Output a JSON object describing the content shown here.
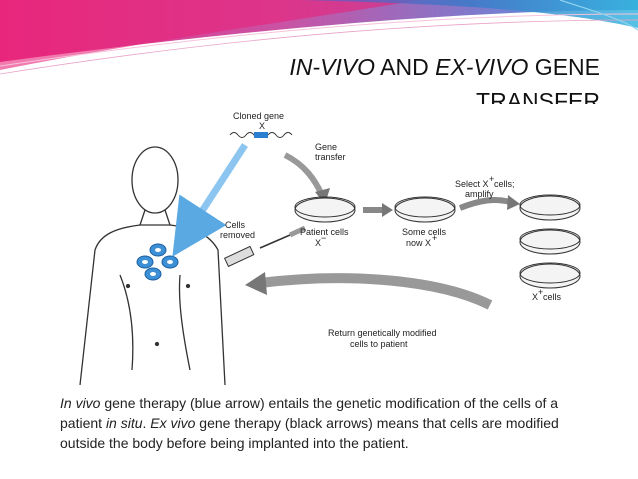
{
  "title": {
    "line1_italic_a": "IN-VIVO",
    "line1_plain_a": " AND ",
    "line1_italic_b": "EX-VIVO",
    "line1_plain_b": " GENE",
    "line2": "TRANSFER"
  },
  "diagram": {
    "cloned_gene": "Cloned gene",
    "gene_x": "X",
    "gene_transfer_1": "Gene",
    "gene_transfer_2": "transfer",
    "cells_removed_1": "Cells",
    "cells_removed_2": "removed",
    "patient_cells_1": "Patient cells",
    "patient_cells_2": "X",
    "some_cells_1": "Some cells",
    "some_cells_2": "now X",
    "select_1": "Select X",
    "select_1b": " cells;",
    "select_2": "amplify",
    "x_plus_cells": "X",
    "x_plus_cells_b": " cells",
    "sup_plus": "+",
    "sup_minus": "−",
    "return_1": "Return genetically modified",
    "return_2": "cells to patient"
  },
  "caption": {
    "p1_italic": "In vivo",
    "p1_text": " gene therapy (blue arrow) entails the genetic modification of the cells of a patient ",
    "p2_italic": "in situ",
    "p2_text": ". ",
    "p3_italic": "Ex vivo",
    "p3_text": " gene therapy (black arrows) means that cells are modified outside the body before being implanted into the patient."
  },
  "colors": {
    "banner_pink": "#e8237a",
    "banner_blue": "#2a8fd0",
    "in_vivo_arrow": "#6cb4e8",
    "ex_vivo_arrow": "#8a8a8a"
  }
}
